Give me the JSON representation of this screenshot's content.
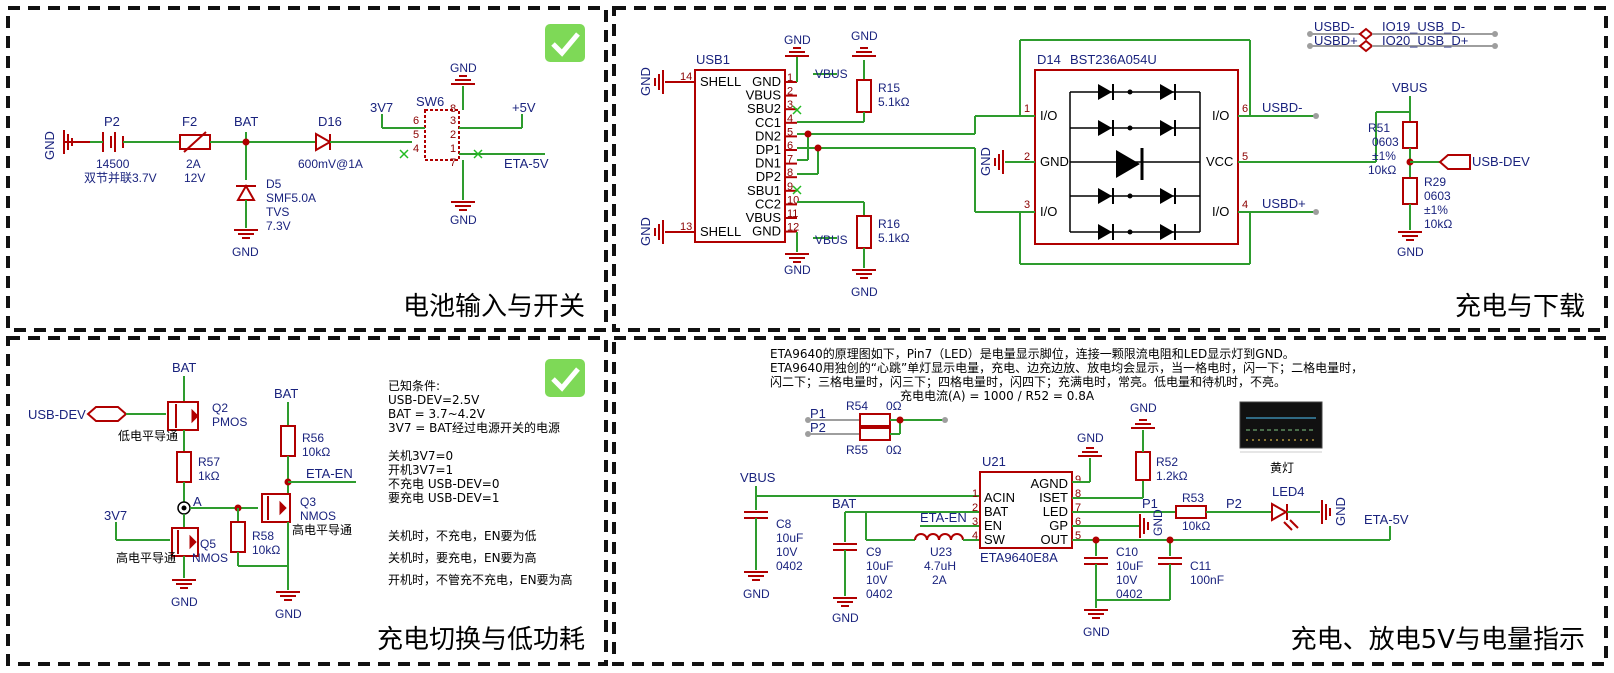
{
  "titles": {
    "battery": "电池输入与开关",
    "charge_download": "充电与下载",
    "switch_lowpower": "充电切换与低功耗",
    "charge_discharge": "充电、放电5V与电量指示"
  },
  "gnd": "GND",
  "battery": {
    "p2_ref": "P2",
    "p2_val1": "14500",
    "p2_val2": "双节并联3.7V",
    "f2_ref": "F2",
    "f2_val1": "2A",
    "f2_val2": "12V",
    "bat": "BAT",
    "d16_ref": "D16",
    "d16_val": "600mV@1A",
    "d5_ref": "D5",
    "d5_val1": "SMF5.0A",
    "d5_val2": "TVS",
    "d5_val3": "7.3V",
    "sw6_ref": "SW6",
    "net_3v7": "3V7",
    "net_5v": "+5V",
    "net_eta5v": "ETA-5V",
    "sw_pins": [
      "6",
      "5",
      "4",
      "8",
      "3",
      "2",
      "1",
      "7"
    ]
  },
  "charge_download": {
    "usb1_ref": "USB1",
    "left_pins": [
      "SHELL",
      "SHELL"
    ],
    "left_nums": [
      "14",
      "13"
    ],
    "right_names": [
      "GND",
      "VBUS",
      "SBU2",
      "CC1",
      "DN2",
      "DP1",
      "DN1",
      "DP2",
      "SBU1",
      "CC2",
      "VBUS",
      "GND"
    ],
    "right_nums": [
      "1",
      "2",
      "3",
      "4",
      "5",
      "6",
      "7",
      "8",
      "9",
      "10",
      "11",
      "12"
    ],
    "vbus": "VBUS",
    "r15_ref": "R15",
    "r15_val": "5.1kΩ",
    "r16_ref": "R16",
    "r16_val": "5.1kΩ",
    "d14_ref": "D14",
    "d14_val": "BST236A054U",
    "d14_left": [
      "I/O",
      "GND",
      "I/O"
    ],
    "d14_left_nums": [
      "1",
      "2",
      "3"
    ],
    "d14_right": [
      "I/O",
      "VCC",
      "I/O"
    ],
    "d14_right_nums": [
      "6",
      "5",
      "4"
    ],
    "usbd_minus": "USBD-",
    "usbd_plus": "USBD+",
    "io19": "IO19_USB_D-",
    "io20": "IO20_USB_D+",
    "r51_ref": "R51",
    "r51_val1": "0603",
    "r51_val2": "±1%",
    "r51_val3": "10kΩ",
    "r29_ref": "R29",
    "r29_val1": "0603",
    "r29_val2": "±1%",
    "r29_val3": "10kΩ",
    "usb_dev": "USB-DEV"
  },
  "switch_lowpower": {
    "bat": "BAT",
    "usb_dev": "USB-DEV",
    "q2_ref": "Q2",
    "q2_val": "PMOS",
    "q2_note": "低电平导通",
    "r57_ref": "R57",
    "r57_val": "1kΩ",
    "r56_ref": "R56",
    "r56_val": "10kΩ",
    "eta_en": "ETA-EN",
    "q3_ref": "Q3",
    "q3_val": "NMOS",
    "q3_note": "高电平导通",
    "node_a": "A",
    "net_3v7": "3V7",
    "q5_ref": "Q5",
    "q5_val": "NMOS",
    "q5_note": "高电平导通",
    "r58_ref": "R58",
    "r58_val": "10kΩ",
    "notes": [
      "已知条件:",
      "USB-DEV=2.5V",
      "BAT = 3.7~4.2V",
      "3V7 = BAT经过电源开关的电源",
      "关机3V7=0",
      "开机3V7=1",
      "不充电 USB-DEV=0",
      "要充电 USB-DEV=1",
      "关机时，不充电，EN要为低",
      "关机时，要充电，EN要为高",
      "开机时，不管充不充电，EN要为高"
    ]
  },
  "charge_discharge": {
    "desc": [
      "ETA9640的原理图如下，Pin7（LED）是电量显示脚位，连接一颗限流电阻和LED显示灯到GND。",
      "ETA9640用独创的“心跳”单灯显示电量，充电、边充边放、放电均会显示，当一格电时，闪一下；二格电量时，",
      "闪二下；三格电量时，闪三下；四格电量时，闪四下；充满电时，常亮。低电量和待机时，不亮。",
      "充电电流(A) = 1000 / R52 = 0.8A"
    ],
    "p1": "P1",
    "p2": "P2",
    "r54_ref": "R54",
    "r54_val": "0Ω",
    "r55_ref": "R55",
    "r55_val": "0Ω",
    "led_caption": "黄灯",
    "vbus": "VBUS",
    "bat": "BAT",
    "c8_ref": "C8",
    "c8_vals": [
      "10uF",
      "10V",
      "0402"
    ],
    "c9_ref": "C9",
    "c9_vals": [
      "10uF",
      "10V",
      "0402"
    ],
    "u21_ref": "U21",
    "u21_val": "ETA9640E8A",
    "u21_left": [
      "ACIN",
      "BAT",
      "EN",
      "SW"
    ],
    "u21_left_nums": [
      "1",
      "2",
      "3",
      "4"
    ],
    "u21_right": [
      "AGND",
      "ISET",
      "LED",
      "GP",
      "OUT"
    ],
    "u21_right_nums": [
      "9",
      "8",
      "7",
      "6",
      "5"
    ],
    "eta_en": "ETA-EN",
    "u23_ref": "U23",
    "u23_val1": "4.7uH",
    "u23_val2": "2A",
    "r52_ref": "R52",
    "r52_val": "1.2kΩ",
    "p1b": "P1",
    "r53_ref": "R53",
    "r53_val": "10kΩ",
    "p2b": "P2",
    "led4_ref": "LED4",
    "eta5v": "ETA-5V",
    "c10_ref": "C10",
    "c10_vals": [
      "10uF",
      "10V",
      "0402"
    ],
    "c11_ref": "C11",
    "c11_val": "100nF"
  }
}
